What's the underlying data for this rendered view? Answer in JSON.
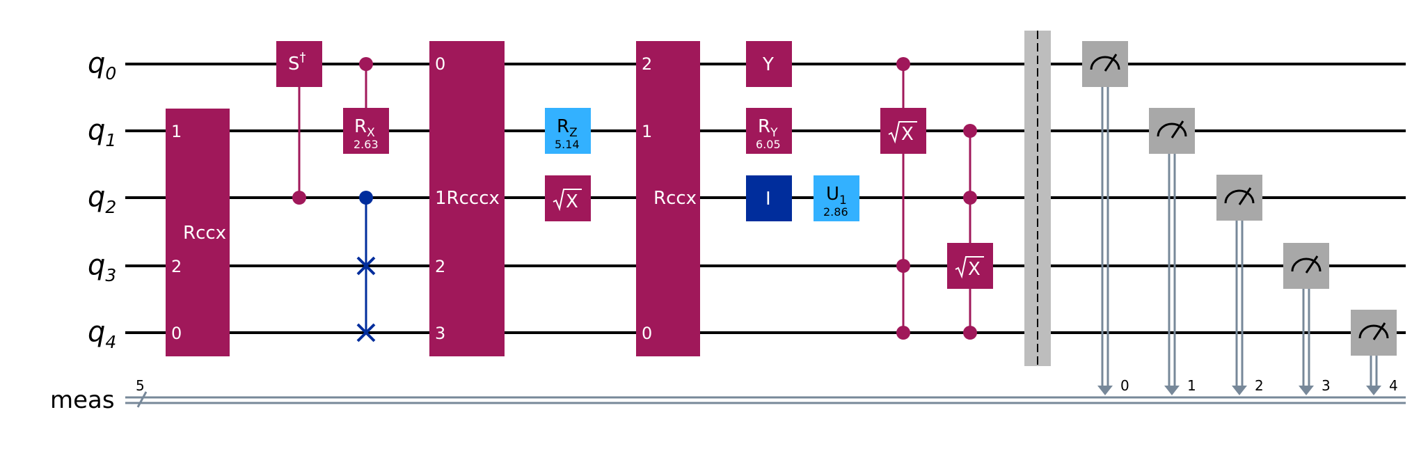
{
  "colors": {
    "multi_gate": "#A0185A",
    "single_gate": "#A0185A",
    "rotation_z": "#33B1FF",
    "u_gate": "#33B1FF",
    "identity": "#002D9C",
    "swap": "#002D9C",
    "measure": "#A8A8A8",
    "barrier": "#BDBDBD",
    "classical": "#778899"
  },
  "qubits": [
    {
      "label": "q",
      "index": "0"
    },
    {
      "label": "q",
      "index": "1"
    },
    {
      "label": "q",
      "index": "2"
    },
    {
      "label": "q",
      "index": "3"
    },
    {
      "label": "q",
      "index": "4"
    }
  ],
  "classical_register": {
    "label": "meas",
    "size": "5"
  },
  "gates": {
    "rccx_1": {
      "name": "Rccx",
      "pins": [
        "1",
        "2",
        "0"
      ]
    },
    "sdg": {
      "name": "S",
      "sup": "†"
    },
    "crx": {
      "name": "R",
      "sub": "X",
      "param": "2.63"
    },
    "rcccx": {
      "name": "Rcccx",
      "pins": [
        "0",
        "1",
        "2",
        "3"
      ]
    },
    "rz": {
      "name": "R",
      "sub": "Z",
      "param": "5.14"
    },
    "sx_q2": {
      "name": "X"
    },
    "rccx_2": {
      "name": "Rccx",
      "pins": [
        "2",
        "1",
        "0"
      ]
    },
    "y": {
      "name": "Y"
    },
    "ry": {
      "name": "R",
      "sub": "Y",
      "param": "6.05"
    },
    "id": {
      "name": "I"
    },
    "u1": {
      "name": "U",
      "sub": "1",
      "param": "2.86"
    },
    "c3sx": {
      "name": "X"
    },
    "c3sx_b": {
      "name": "X"
    }
  },
  "measure_targets": [
    "0",
    "1",
    "2",
    "3",
    "4"
  ]
}
